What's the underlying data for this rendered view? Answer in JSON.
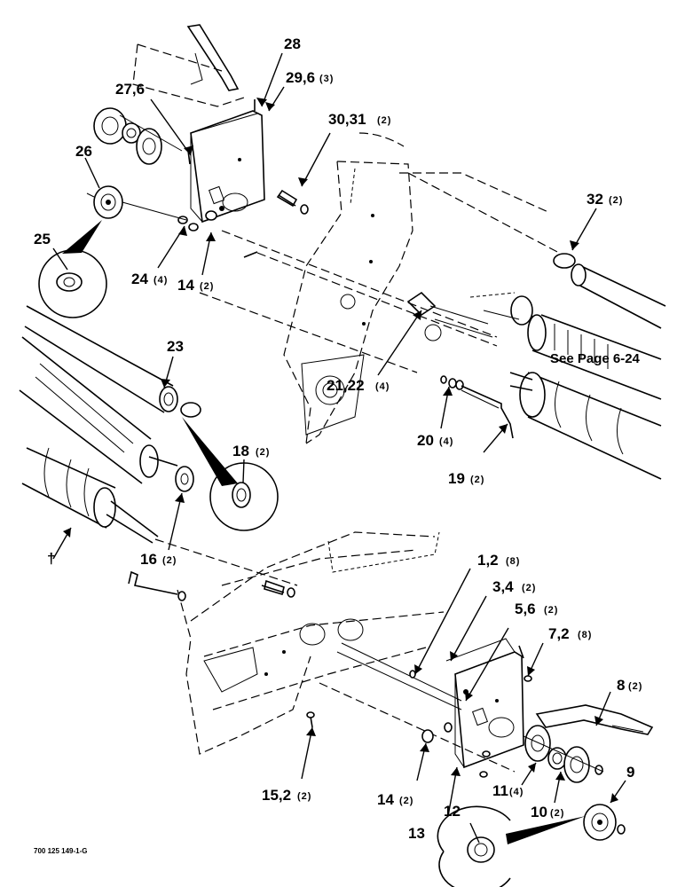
{
  "labels": {
    "l28": "28",
    "l29": "29,6",
    "l29q": "(3)",
    "l27": "27,6",
    "l26": "26",
    "l30": "30,31",
    "l30q": "(2)",
    "l25": "25",
    "l32": "32",
    "l32q": "(2)",
    "l24": "24",
    "l24q": "(4)",
    "l14a": "14",
    "l14aq": "(2)",
    "l23": "23",
    "lsee": "See Page 6-24",
    "l21": "21,22",
    "l21q": "(4)",
    "l20": "20",
    "l20q": "(4)",
    "l18": "18",
    "l18q": "(2)",
    "l19": "19",
    "l19q": "(2)",
    "l16": "16",
    "l16q": "(2)",
    "ldagger": "†",
    "l1": "1,2",
    "l1q": "(8)",
    "l3": "3,4",
    "l3q": "(2)",
    "l5": "5,6",
    "l5q": "(2)",
    "l7": "7,2",
    "l7q": "(8)",
    "l8": "8",
    "l8q": "(2)",
    "l9": "9",
    "l11": "11",
    "l11q": "(4)",
    "l10": "10",
    "l10q": "(2)",
    "l15": "15,2",
    "l15q": "(2)",
    "l14b": "14",
    "l14bq": "(2)",
    "l12": "12",
    "l13": "13",
    "code": "700 125 149-1-G"
  }
}
